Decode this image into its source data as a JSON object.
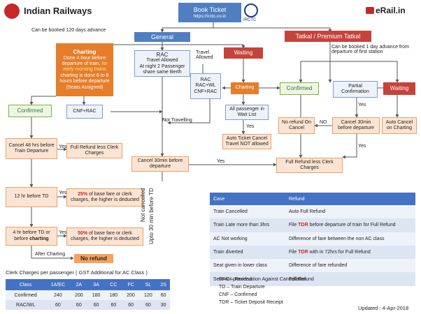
{
  "header": {
    "brand_left": "Indian Railways",
    "book_ticket_title": "Book Ticket",
    "book_ticket_url": "https://irctc.co.in",
    "irctc_label": "IRCTC",
    "brand_right": "eRail.in"
  },
  "general": {
    "title": "General",
    "advance_note": "Can be booked 120 days advance",
    "charting_title": "Charting",
    "charting_text_a": "Done 4 hour before departure of train, ",
    "charting_text_b": "for early morning trains",
    "charting_text_c": " charting is done 6 to 8 hours before departure (Seats Assigned)",
    "rac_title": "RAC",
    "rac_line1": "Travel Allowed",
    "rac_line2": "At night 2 Passenger share same Berth",
    "travel_allowed": "Travel Allowed",
    "waiting": "Waiting",
    "rac_list": [
      "RAC",
      "RAC+WL",
      "CNF+RAC"
    ],
    "charting2": "Charting",
    "cnf_rac": "CNF+RAC",
    "not_travelling": "Not Travelling",
    "confirmed": "Confirmed",
    "all_wait": "All passenger in Wait List",
    "yes": "Yes",
    "auto_cancel": "Auto Ticket Cancel Travel NOT allowed",
    "cancel48": "Cancel 48 hrs before Train Departure",
    "full_refund_less": "Full Refund less Clerk Charges",
    "cancel30": "Cancel 30min before departure",
    "t12": "12 hr before TD",
    "pct25_bold": "25%",
    "pct25_rest": " of base fare or clerk charges, the higher is deducted",
    "t4_a": "4 hr before TD or before ",
    "t4_b": "charting",
    "pct50_bold": "50%",
    "pct50_rest": " of base fare or clerk charges, the higher is deducted",
    "after_charting": "After Charting",
    "no_refund": "No refund",
    "not_cancelled": "Not cancelled",
    "upto30": "Upto 30 min before TD"
  },
  "tatkal": {
    "title": "Tatkal / Premium Tatkal",
    "advance_note": "Can be booked 1 day advance from departure of first station",
    "confirmed": "Confirmed",
    "partial": "Partial Confirmation",
    "waiting": "Waiting",
    "no_refund_cancel": "No refund On Cancel",
    "no": "NO",
    "cancel30": "Cancel 30min before departure",
    "auto_cancel": "Auto Cancel on Charting",
    "full_refund_less": "Full Refund less Clerk Charges",
    "yes": "Yes"
  },
  "refund_table": {
    "headers": [
      "Case",
      "Refund"
    ],
    "rows": [
      {
        "case": "Train Cancelled",
        "refund_a": "Auto Full Refund",
        "tdr": "",
        "refund_b": ""
      },
      {
        "case": "Train Late more than 3hrs",
        "refund_a": "File ",
        "tdr": "TDR",
        "refund_b": " before departure of train for Full Refund"
      },
      {
        "case": "AC Not working",
        "refund_a": "Difference of fare between the non AC class",
        "tdr": "",
        "refund_b": ""
      },
      {
        "case": "Train diverted",
        "refund_a": "File ",
        "tdr": "TDR",
        "refund_b": " with in 72hrs for Full Refund"
      },
      {
        "case": "Seat given in lower class",
        "refund_a": "Difference of fare refunded",
        "tdr": "",
        "refund_b": ""
      },
      {
        "case": "Seat not provided",
        "refund_a": "Full Refund",
        "tdr": "",
        "refund_b": ""
      }
    ]
  },
  "clerk": {
    "title": "Clerk Charges per passenger ( GST Additional for AC Class )",
    "headers": [
      "Class",
      "1A/EC",
      "2A",
      "3A",
      "CC",
      "FC",
      "SL",
      "2S"
    ],
    "rows": [
      [
        "Confirmed",
        "240",
        "200",
        "180",
        "180",
        "200",
        "120",
        "60"
      ],
      [
        "RAC/WL",
        "60",
        "60",
        "60",
        "60",
        "60",
        "60",
        "30"
      ]
    ]
  },
  "legend": [
    "RAC – Reservation Against Cancellation",
    "TD – Train Departure",
    "CNF – Confirmed",
    "TDR – Ticket Deposit Receipt"
  ],
  "updated": "Updated : 4-Apr-2018",
  "colors": {
    "blue": "#4f7fc1",
    "orange": "#e57d2a",
    "red": "#c6433a",
    "green": "#7cb342"
  }
}
